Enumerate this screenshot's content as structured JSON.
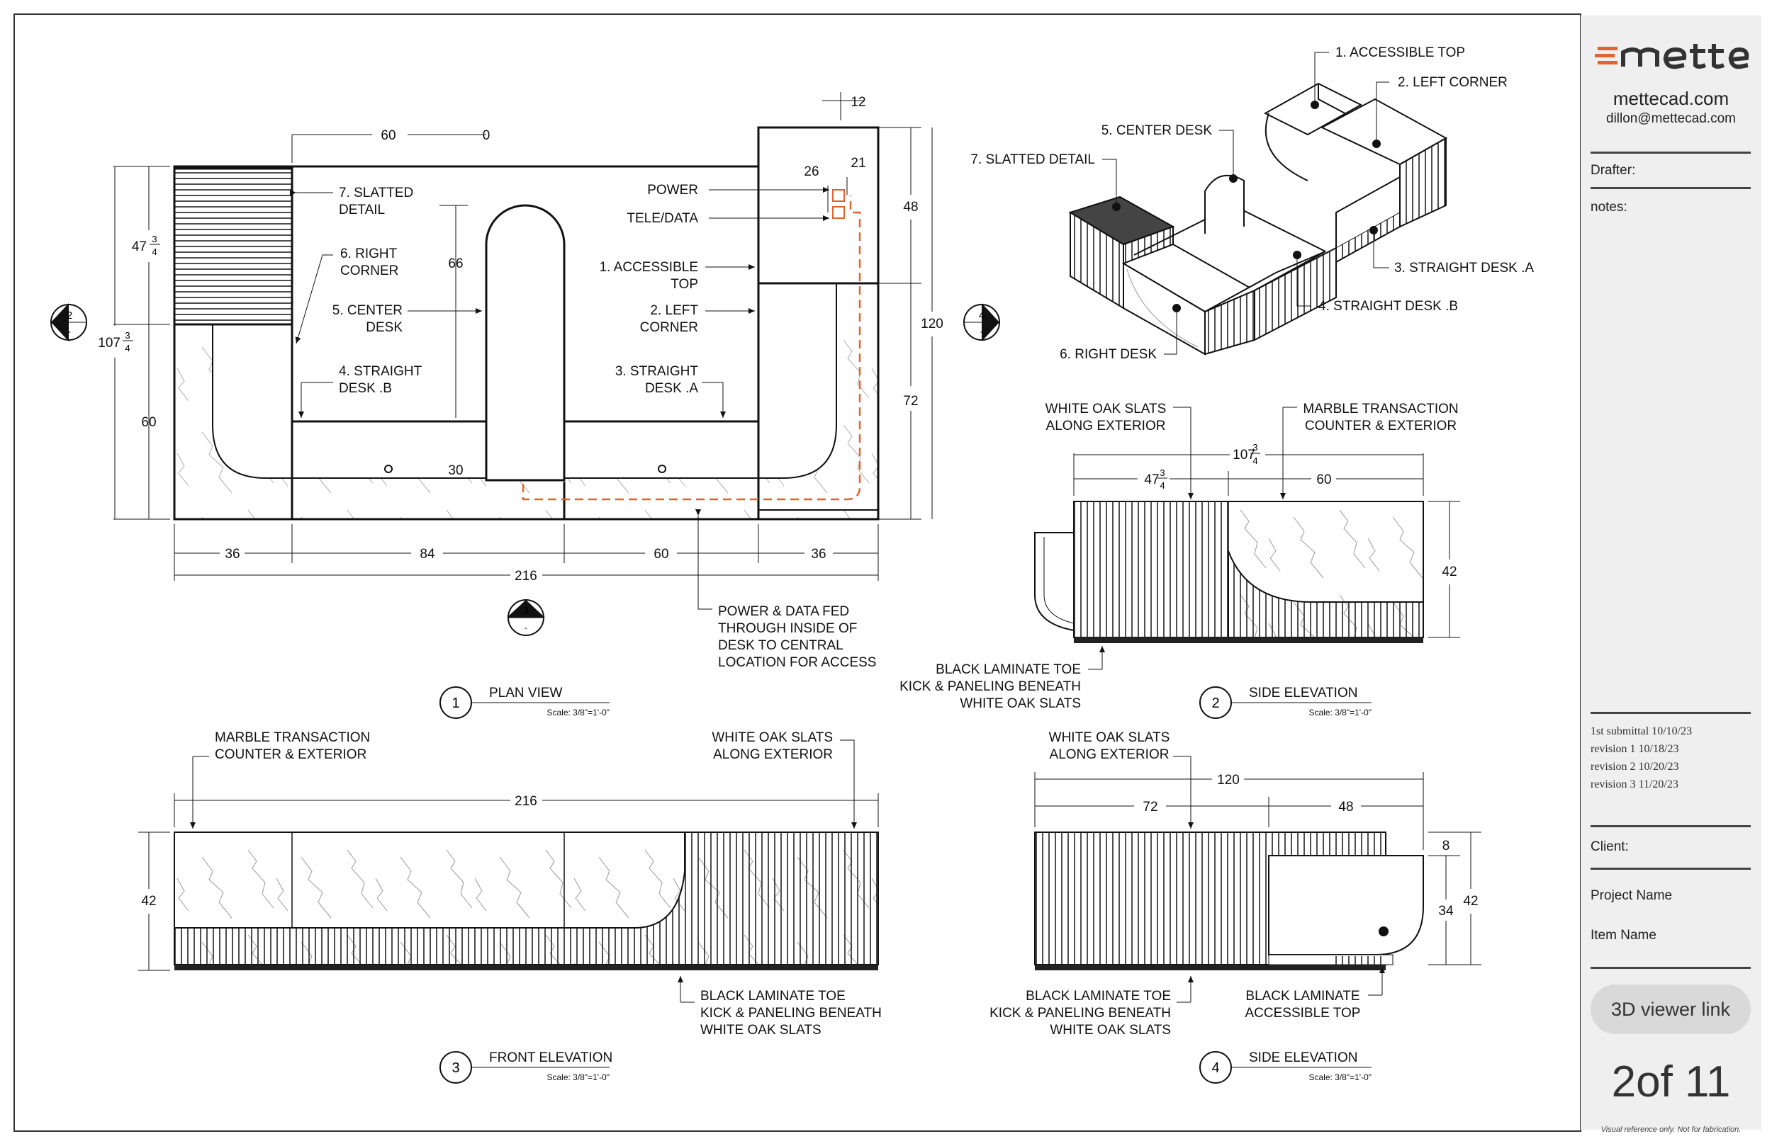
{
  "title_block": {
    "brand": "mette",
    "website": "mettecad.com",
    "email": "dillon@mettecad.com",
    "drafter_label": "Drafter:",
    "notes_label": "notes:",
    "revisions": [
      "1st submittal 10/10/23",
      "revision 1 10/18/23",
      "revision 2 10/20/23",
      "revision 3 11/20/23"
    ],
    "client_label": "Client:",
    "project_label": "Project Name",
    "item_label": "Item Name",
    "viewer_button": "3D viewer link",
    "page": "2of 11",
    "disclaimer": "Visual reference only. Not for fabrication."
  },
  "colors": {
    "line": "#111111",
    "power_path": "#e0642e",
    "titleblock_bg": "#efefef"
  },
  "views": {
    "plan": {
      "number": "1",
      "title": "PLAN VIEW",
      "scale": "Scale: 3/8\"=1'-0\"",
      "section_marks": {
        "left": "2",
        "right": "4",
        "bottom": "3",
        "sub": "-"
      },
      "labels": {
        "slatted": [
          "7. SLATTED",
          "DETAIL"
        ],
        "right_corner": [
          "6. RIGHT",
          "CORNER"
        ],
        "center": [
          "5. CENTER",
          "DESK"
        ],
        "straight_b": [
          "4. STRAIGHT",
          "DESK .B"
        ],
        "power": "POWER",
        "teledata": "TELE/DATA",
        "accessible": [
          "1. ACCESSIBLE",
          "TOP"
        ],
        "left_corner": [
          "2. LEFT",
          "CORNER"
        ],
        "straight_a": [
          "3. STRAIGHT",
          "DESK .A"
        ],
        "power_note": [
          "POWER & DATA FED",
          "THROUGH INSIDE OF",
          "DESK TO CENTRAL",
          "LOCATION FOR ACCESS"
        ]
      },
      "dims": {
        "d60_top": "60",
        "d0": "0",
        "d12": "12",
        "d26": "26",
        "d21": "21",
        "d66": "66",
        "d48": "48",
        "d120": "120",
        "d72": "72",
        "d60_left": "60",
        "d30": "30",
        "d36a": "36",
        "d84": "84",
        "d60b": "60",
        "d36b": "36",
        "d216": "216",
        "frac_top": "47",
        "frac_full": "107",
        "frac_num": "3",
        "frac_den": "4"
      }
    },
    "iso": {
      "labels": [
        "1. ACCESSIBLE TOP",
        "2. LEFT CORNER",
        "5. CENTER DESK",
        "7. SLATTED DETAIL",
        "3. STRAIGHT DESK .A",
        "4. STRAIGHT DESK .B",
        "6. RIGHT DESK"
      ]
    },
    "side2": {
      "number": "2",
      "title": "SIDE ELEVATION",
      "scale": "Scale: 3/8\"=1'-0\"",
      "labels": {
        "slats": [
          "WHITE OAK SLATS",
          "ALONG EXTERIOR"
        ],
        "marble": [
          "MARBLE TRANSACTION",
          "COUNTER & EXTERIOR"
        ],
        "toe": [
          "BLACK LAMINATE TOE",
          "KICK & PANELING BENEATH",
          "WHITE OAK SLATS"
        ]
      },
      "dims": {
        "total": "107",
        "part": "47",
        "d60": "60",
        "d42": "42",
        "num": "3",
        "den": "4"
      }
    },
    "front3": {
      "number": "3",
      "title": "FRONT ELEVATION",
      "scale": "Scale: 3/8\"=1'-0\"",
      "labels": {
        "marble": [
          "MARBLE TRANSACTION",
          "COUNTER & EXTERIOR"
        ],
        "slats": [
          "WHITE OAK SLATS",
          "ALONG EXTERIOR"
        ],
        "toe": [
          "BLACK LAMINATE TOE",
          "KICK & PANELING BENEATH",
          "WHITE OAK SLATS"
        ]
      },
      "dims": {
        "d216": "216",
        "d42": "42"
      }
    },
    "side4": {
      "number": "4",
      "title": "SIDE ELEVATION",
      "scale": "Scale: 3/8\"=1'-0\"",
      "labels": {
        "slats": [
          "WHITE OAK SLATS",
          "ALONG EXTERIOR"
        ],
        "toe": [
          "BLACK LAMINATE TOE",
          "KICK & PANELING BENEATH",
          "WHITE OAK SLATS"
        ],
        "access": [
          "BLACK LAMINATE",
          "ACCESSIBLE TOP"
        ]
      },
      "dims": {
        "d120": "120",
        "d72": "72",
        "d48": "48",
        "d8": "8",
        "d34": "34",
        "d42": "42"
      }
    }
  }
}
